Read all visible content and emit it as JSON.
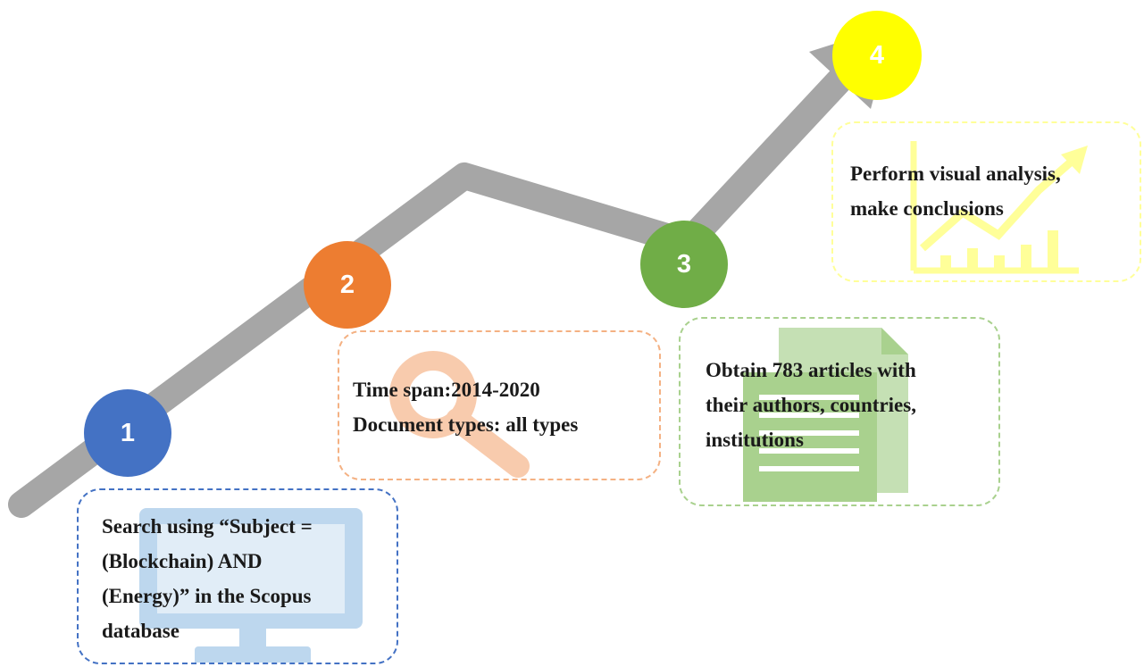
{
  "steps": [
    {
      "number": "1",
      "color": "#4472C4",
      "icon": "monitor-icon",
      "lines": [
        "Search using “Subject =",
        "(Blockchain) AND",
        "(Energy)” in the Scopus",
        "database"
      ]
    },
    {
      "number": "2",
      "color": "#ED7D31",
      "icon": "magnifier-icon",
      "lines": [
        "Time span:2014-2020",
        "Document types: all types"
      ]
    },
    {
      "number": "3",
      "color": "#70AD47",
      "icon": "documents-icon",
      "lines": [
        "Obtain 783 articles with",
        "their authors, countries,",
        "institutions"
      ]
    },
    {
      "number": "4",
      "color": "#FFFF00",
      "icon": "growth-chart-icon",
      "lines": [
        "Perform visual  analysis,",
        "make conclusions"
      ]
    }
  ],
  "path_color": "#A6A6A6"
}
